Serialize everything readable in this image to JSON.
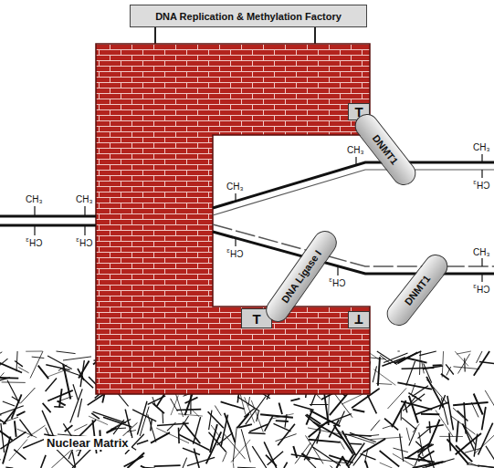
{
  "diagram": {
    "title": "DNA Replication & Methylation Factory",
    "nodes": [
      {
        "text": [
          "DNA Replication & Methylation Factory"
        ]
      },
      {
        "text": [
          "T"
        ]
      },
      {
        "text": [
          "DNMT1"
        ]
      },
      {
        "text": [
          "T"
        ]
      },
      {
        "text": [
          "DNA Ligase I"
        ]
      },
      {
        "text": [
          "T"
        ]
      },
      {
        "text": [
          "DNMT1"
        ]
      }
    ],
    "labels": [
      "CH₃",
      "CH₃",
      "CH₃",
      "CH₃",
      "CH₃",
      "CH₃",
      "CH₃",
      "CH₃",
      "CH₃",
      "CH₃",
      "CH₃",
      "CH₃",
      "Nuclear Matrix"
    ]
  }
}
